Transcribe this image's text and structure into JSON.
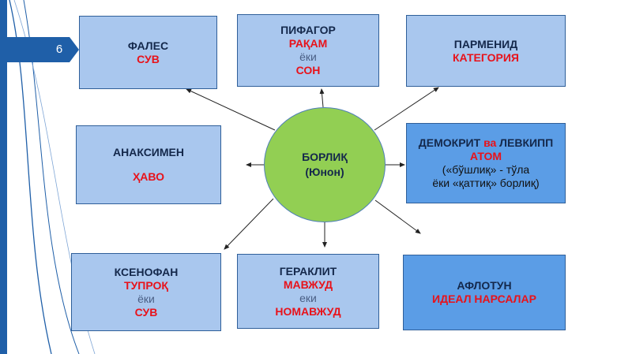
{
  "slide": {
    "page_number": "6"
  },
  "center": {
    "line1": "БОРЛИҚ",
    "line2": "(Юнон)"
  },
  "boxes": {
    "thales": {
      "name": "ФАЛЕС",
      "value": "СУВ"
    },
    "pythagoras": {
      "name": "ПИФАГОР",
      "value1": "РАҚАМ",
      "conj": "ёки",
      "value2": "СОН"
    },
    "parmenides": {
      "name": "ПАРМЕНИД",
      "value": "КАТЕГОРИЯ"
    },
    "anaximenes": {
      "name": "АНАКСИМЕН",
      "value": "ҲАВО"
    },
    "democritus": {
      "name1": "ДЕМОКРИТ",
      "conj": "ва",
      "name2": "ЛЕВКИПП",
      "value": "АТОМ",
      "line3": "(«бўшлиқ» - тўла",
      "line4": "ёки «қаттиқ» борлиқ)"
    },
    "xenophanes": {
      "name": "КСЕНОФАН",
      "value1": "ТУПРОҚ",
      "conj": "ёки",
      "value2": "СУВ"
    },
    "heraclitus": {
      "name": "ГЕРАКЛИТ",
      "value1": "МАВЖУД",
      "conj": "еки",
      "value2": "НОМАВЖУД"
    },
    "plato": {
      "name": "АФЛОТУН",
      "value": "ИДЕАЛ НАРСАЛАР"
    }
  },
  "colors": {
    "box_light": "#a9c7ee",
    "box_dark": "#5b9de6",
    "circle": "#92cf53",
    "accent_red": "#e8121a",
    "bar_blue": "#1f5fa8"
  }
}
